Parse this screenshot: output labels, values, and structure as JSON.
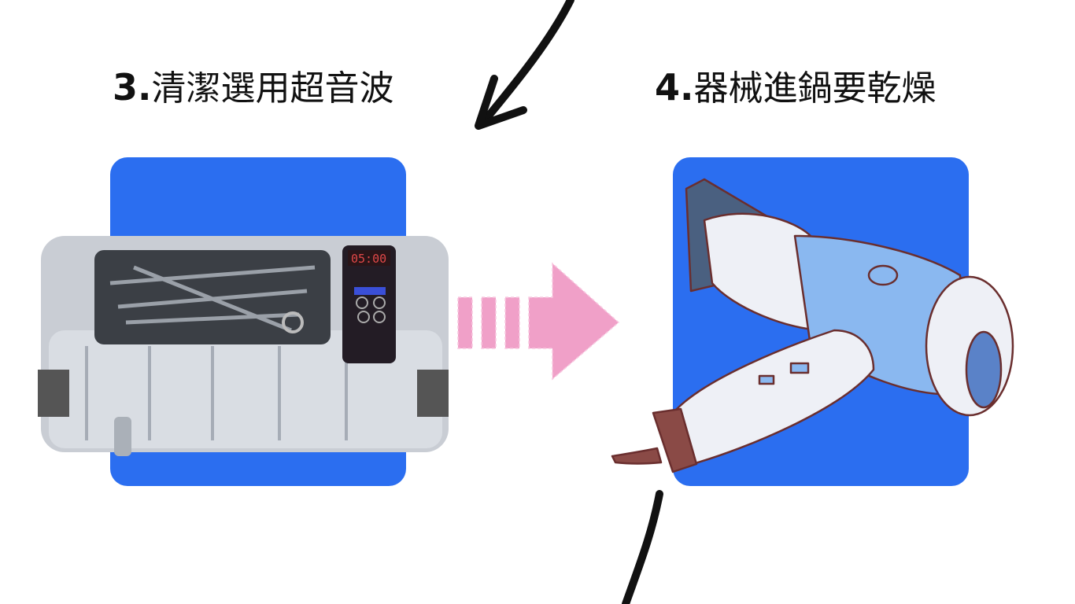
{
  "step3": {
    "number": "3.",
    "title": "清潔選用超音波"
  },
  "step4": {
    "number": "4.",
    "title": "器械進鍋要乾燥"
  },
  "colors": {
    "card_blue": "#2b6ef0",
    "arrow_pink": "#f0a0c8",
    "connector": "#111111"
  }
}
